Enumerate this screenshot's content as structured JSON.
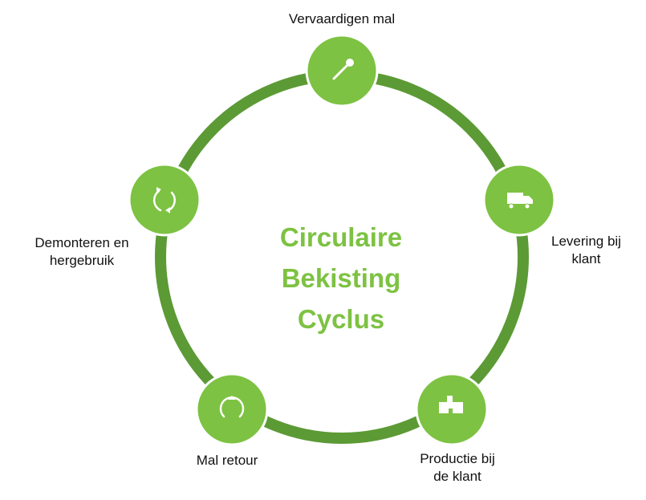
{
  "title": {
    "line1": "Circulaire",
    "line2": "Bekisting",
    "line3": "Cyclus"
  },
  "colors": {
    "ring": "#5c9a35",
    "node_fill": "#7dc242",
    "node_border": "#ffffff",
    "title": "#7dc242",
    "icon": "#ffffff"
  },
  "steps": [
    {
      "label_lines": [
        "Vervaardigen mal"
      ],
      "icon": "pin-icon"
    },
    {
      "label_lines": [
        "Levering bij",
        "klant"
      ],
      "icon": "truck-icon"
    },
    {
      "label_lines": [
        "Productie bij",
        "de klant"
      ],
      "icon": "factory-icon"
    },
    {
      "label_lines": [
        "Mal retour"
      ],
      "icon": "return-arrow-icon"
    },
    {
      "label_lines": [
        "Demonteren en",
        "hergebruik"
      ],
      "icon": "recycle-icon"
    }
  ]
}
